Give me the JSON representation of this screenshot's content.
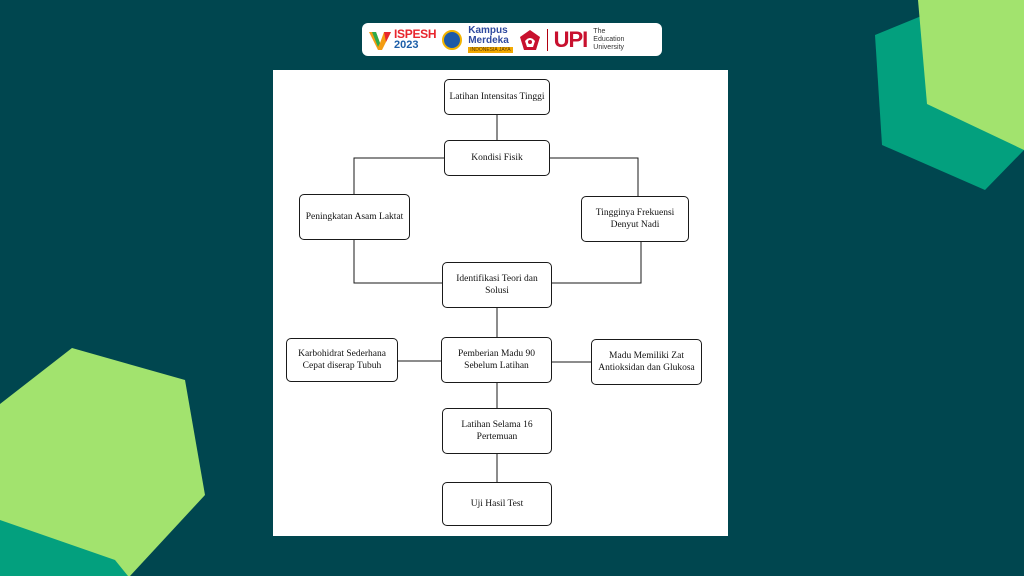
{
  "header": {
    "ispesh_name": "ISPESH",
    "ispesh_year": "2023",
    "kampus_line1": "Kampus",
    "kampus_line2": "Merdeka",
    "kampus_tag": "INDONESIA JAYA",
    "upi_abbrev": "UPI",
    "upi_sub_line1": "The",
    "upi_sub_line2": "Education",
    "upi_sub_line3": "University"
  },
  "colors": {
    "background": "#00464f",
    "hex_light_green": "#a2e36e",
    "hex_teal_green": "#03a07e",
    "panel": "#ffffff"
  },
  "diagram": {
    "nodes": [
      {
        "id": "n1",
        "label": "Latihan Intensitas Tinggi"
      },
      {
        "id": "n2",
        "label": "Kondisi Fisik"
      },
      {
        "id": "n3",
        "label": "Peningkatan Asam Laktat"
      },
      {
        "id": "n4",
        "label": "Tingginya Frekuensi Denyut Nadi"
      },
      {
        "id": "n5",
        "label": "Identifikasi Teori dan Solusi"
      },
      {
        "id": "n6",
        "label": "Karbohidrat Sederhana Cepat diserap Tubuh"
      },
      {
        "id": "n7",
        "label": "Pemberian Madu 90 Sebelum Latihan"
      },
      {
        "id": "n8",
        "label": "Madu Memiliki Zat Antioksidan dan Glukosa"
      },
      {
        "id": "n9",
        "label": "Latihan Selama 16 Pertemuan"
      },
      {
        "id": "n10",
        "label": "Uji Hasil Test"
      }
    ]
  }
}
